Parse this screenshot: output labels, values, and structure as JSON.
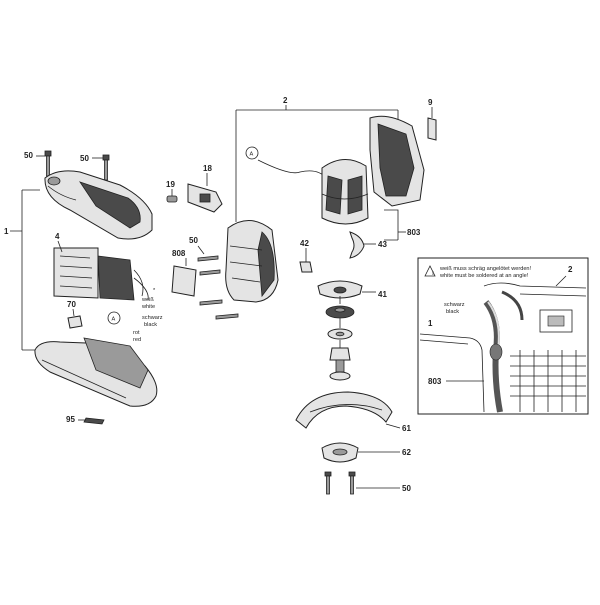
{
  "callouts": {
    "c1_left": "1",
    "c2_top": "2",
    "c9": "9",
    "c50_a": "50",
    "c50_b": "50",
    "c18": "18",
    "c19": "19",
    "c4": "4",
    "c808": "808",
    "c50_c": "50",
    "c42": "42",
    "c43": "43",
    "c803": "803",
    "c41": "41",
    "c70": "70",
    "c95": "95",
    "c61": "61",
    "c62": "62",
    "c50_d": "50",
    "c2_inset": "2",
    "c1_inset": "1",
    "c803_inset": "803"
  },
  "connector_marks": {
    "a1": "A",
    "a2": "A"
  },
  "wire_labels": {
    "weiss": "weiß",
    "white": "white",
    "star": "*",
    "schwarz": "schwarz",
    "black": "black",
    "rot": "rot",
    "red": "red"
  },
  "inset": {
    "warning_de": "weiß  muss schräg angelötet werden!",
    "warning_en": "white  must be soldered at an angle!",
    "schwarz": "schwarz",
    "black": "black"
  }
}
